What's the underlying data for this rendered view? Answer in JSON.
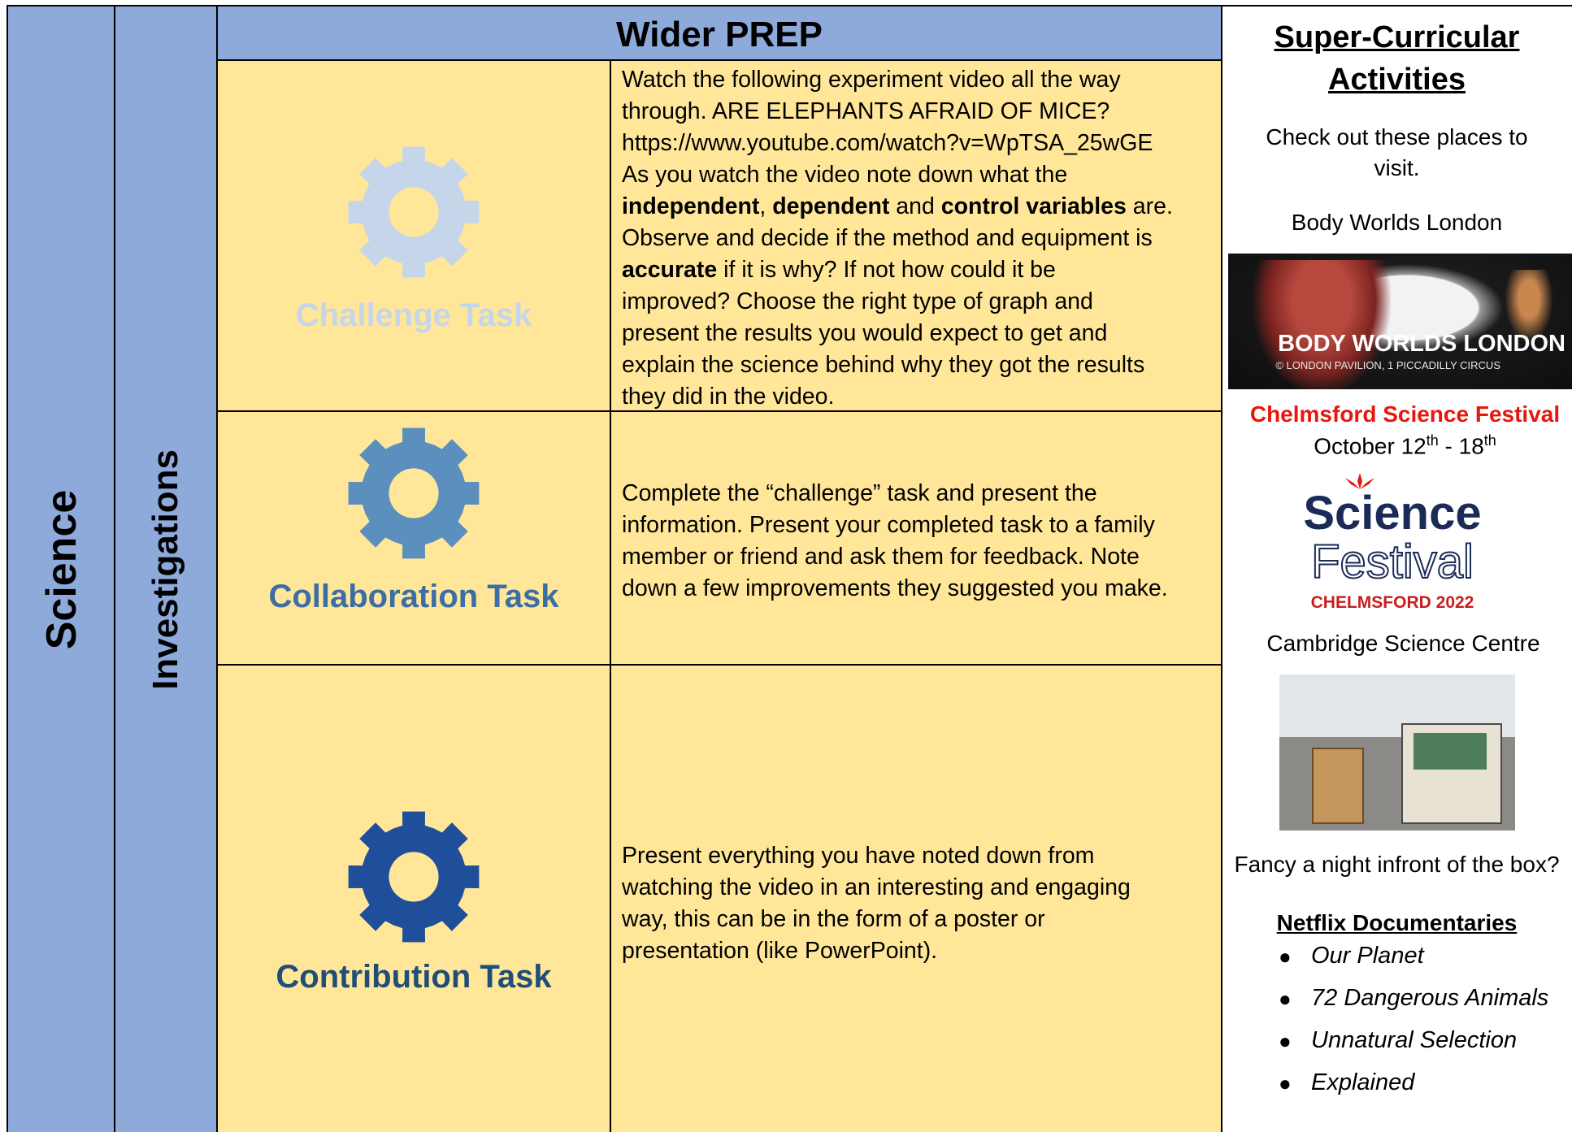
{
  "subject": "Science",
  "topic": "Investigations",
  "header": {
    "title": "Wider PREP"
  },
  "tasks": [
    {
      "label": "Challenge Task",
      "icon": "gear-icon",
      "color": "#c5d6ea",
      "lines": [
        [
          {
            "t": "Watch the following experiment video all the way"
          }
        ],
        [
          {
            "t": "through. ARE ELEPHANTS AFRAID OF MICE?"
          }
        ],
        [
          {
            "t": "https://www.youtube.com/watch?v=WpTSA_25wGE"
          }
        ],
        [
          {
            "t": "As you watch the video note down what the"
          }
        ],
        [
          {
            "t": "independent",
            "b": true
          },
          {
            "t": ", "
          },
          {
            "t": "dependent",
            "b": true
          },
          {
            "t": " and "
          },
          {
            "t": "control variables",
            "b": true
          },
          {
            "t": " are."
          }
        ],
        [
          {
            "t": "Observe and decide if the method and equipment is"
          }
        ],
        [
          {
            "t": "accurate",
            "b": true
          },
          {
            "t": " if it is why? If not how could it be"
          }
        ],
        [
          {
            "t": "improved? Choose the right type of graph and"
          }
        ],
        [
          {
            "t": "present the results you would expect to get and"
          }
        ],
        [
          {
            "t": "explain the science behind why they got the results"
          }
        ],
        [
          {
            "t": "they did in the video."
          }
        ]
      ]
    },
    {
      "label": "Collaboration Task",
      "icon": "gear-icon",
      "color": "#5b8fbe",
      "lines": [
        [
          {
            "t": "Complete the “challenge” task and present the"
          }
        ],
        [
          {
            "t": "information. Present your completed task to a family"
          }
        ],
        [
          {
            "t": "member or friend and ask them for feedback. Note"
          }
        ],
        [
          {
            "t": "down a few improvements they suggested you make."
          }
        ]
      ]
    },
    {
      "label": "Contribution Task",
      "icon": "gear-icon",
      "color": "#1f4e9a",
      "lines": [
        [
          {
            "t": "Present everything you have noted down from"
          }
        ],
        [
          {
            "t": "watching the video in an interesting and engaging"
          }
        ],
        [
          {
            "t": "way, this can be in the form of a poster or"
          }
        ],
        [
          {
            "t": "presentation (like PowerPoint)."
          }
        ]
      ]
    }
  ],
  "sidebar": {
    "title_line1": "Super-Curricular",
    "title_line2": "Activities",
    "intro_line1": "Check out these places to",
    "intro_line2": "visit.",
    "place1": "Body Worlds London",
    "place1_image_text": "BODY WORLDS LONDON",
    "place1_image_subtext": "© LONDON PAVILION, 1 PICCADILLY CIRCUS",
    "festival_name": "Chelmsford Science Festival",
    "festival_color": "#e8160c",
    "festival_date_pre": "October 12",
    "festival_date_sup1": "th",
    "festival_date_mid": " - 18",
    "festival_date_sup2": "th",
    "festival_logo_line1": "Science",
    "festival_logo_line2": "Festival",
    "festival_logo_line3": "CHELMSFORD 2022",
    "place3": "Cambridge Science Centre",
    "box_question": "Fancy a night infront of the box?",
    "netflix_title": "Netflix Documentaries",
    "documentaries": [
      "Our Planet",
      "72 Dangerous Animals",
      "Unnatural Selection",
      "Explained"
    ]
  }
}
